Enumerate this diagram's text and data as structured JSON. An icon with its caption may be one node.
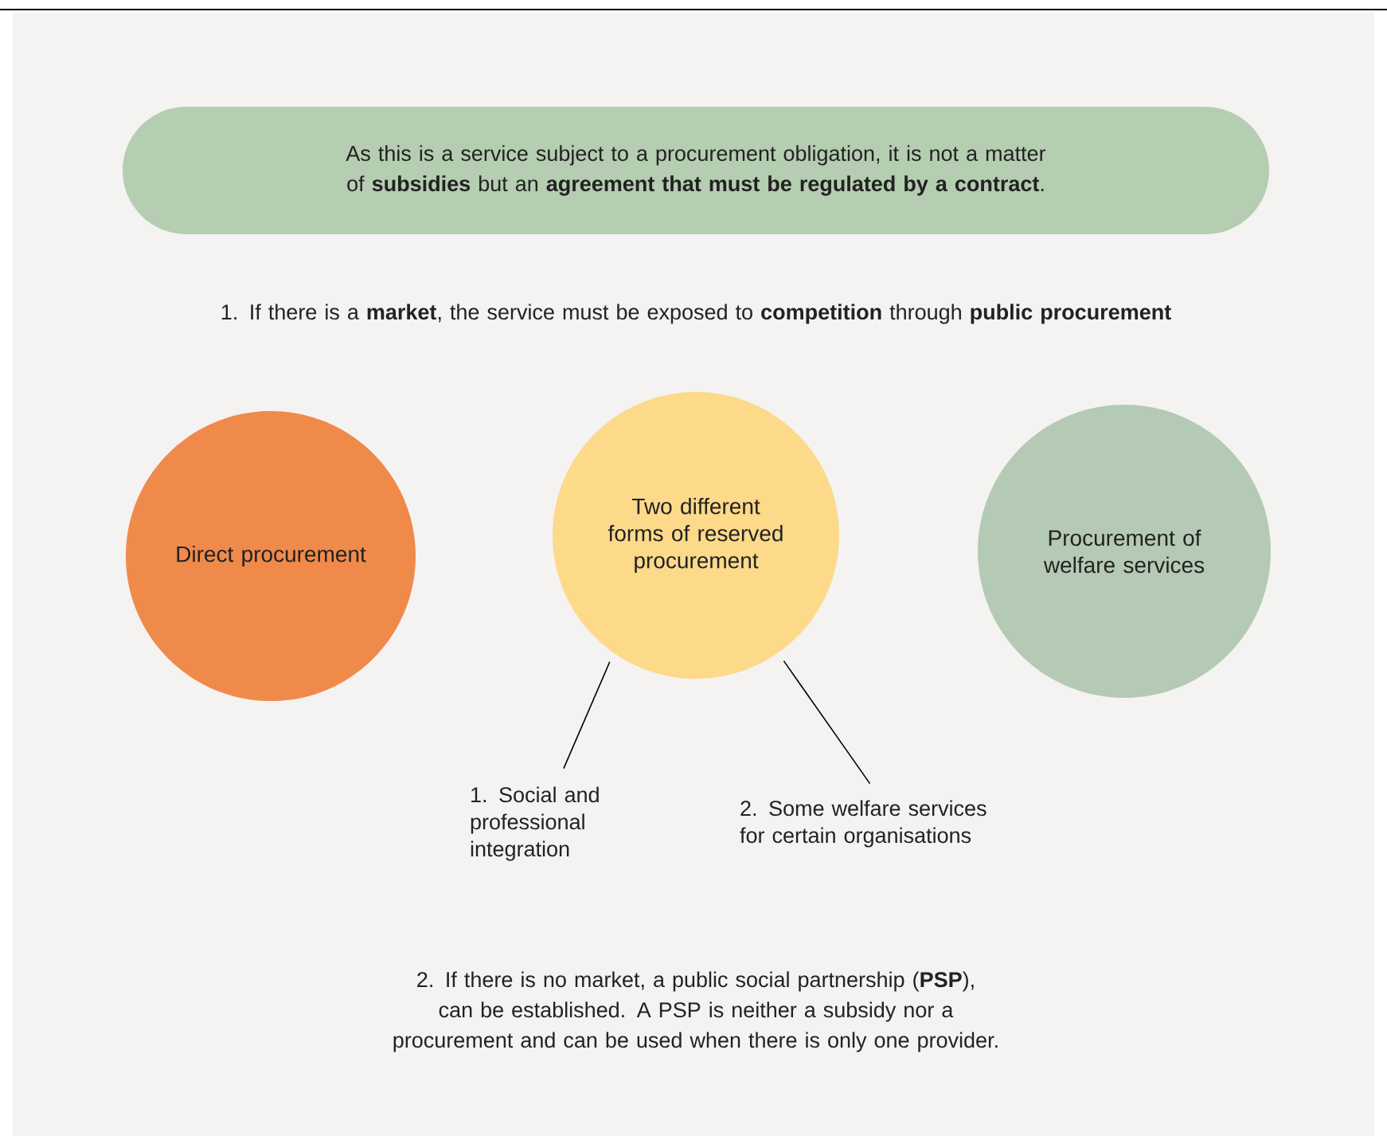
{
  "diagram": {
    "nodes": [
      {
        "text": [
          "As this is a service subject to a procurement obligation, it is not a matter of **subsidies** but an **agreement that must be regulated by a contract**."
        ]
      },
      {
        "text": [
          "Direct procurement"
        ]
      },
      {
        "text": [
          "Two different forms of reserved procurement"
        ]
      },
      {
        "text": [
          "Procurement of welfare services"
        ]
      },
      {
        "text": [
          "1. Social and professional integration"
        ]
      },
      {
        "text": [
          "2. Some welfare services for certain organisations"
        ]
      }
    ],
    "edges": [
      {
        "from": 2,
        "to": 4,
        "arrow": "none"
      },
      {
        "from": 2,
        "to": 5,
        "arrow": "none"
      }
    ],
    "labels": [
      "1. If there is a **market**, the service must be exposed to **competition** through **public procurement**",
      "2. If there is no market, a public social partnership (**PSP**), can be established. A PSP is neither a subsidy nor a procurement and can be used when there is only one provider."
    ]
  }
}
